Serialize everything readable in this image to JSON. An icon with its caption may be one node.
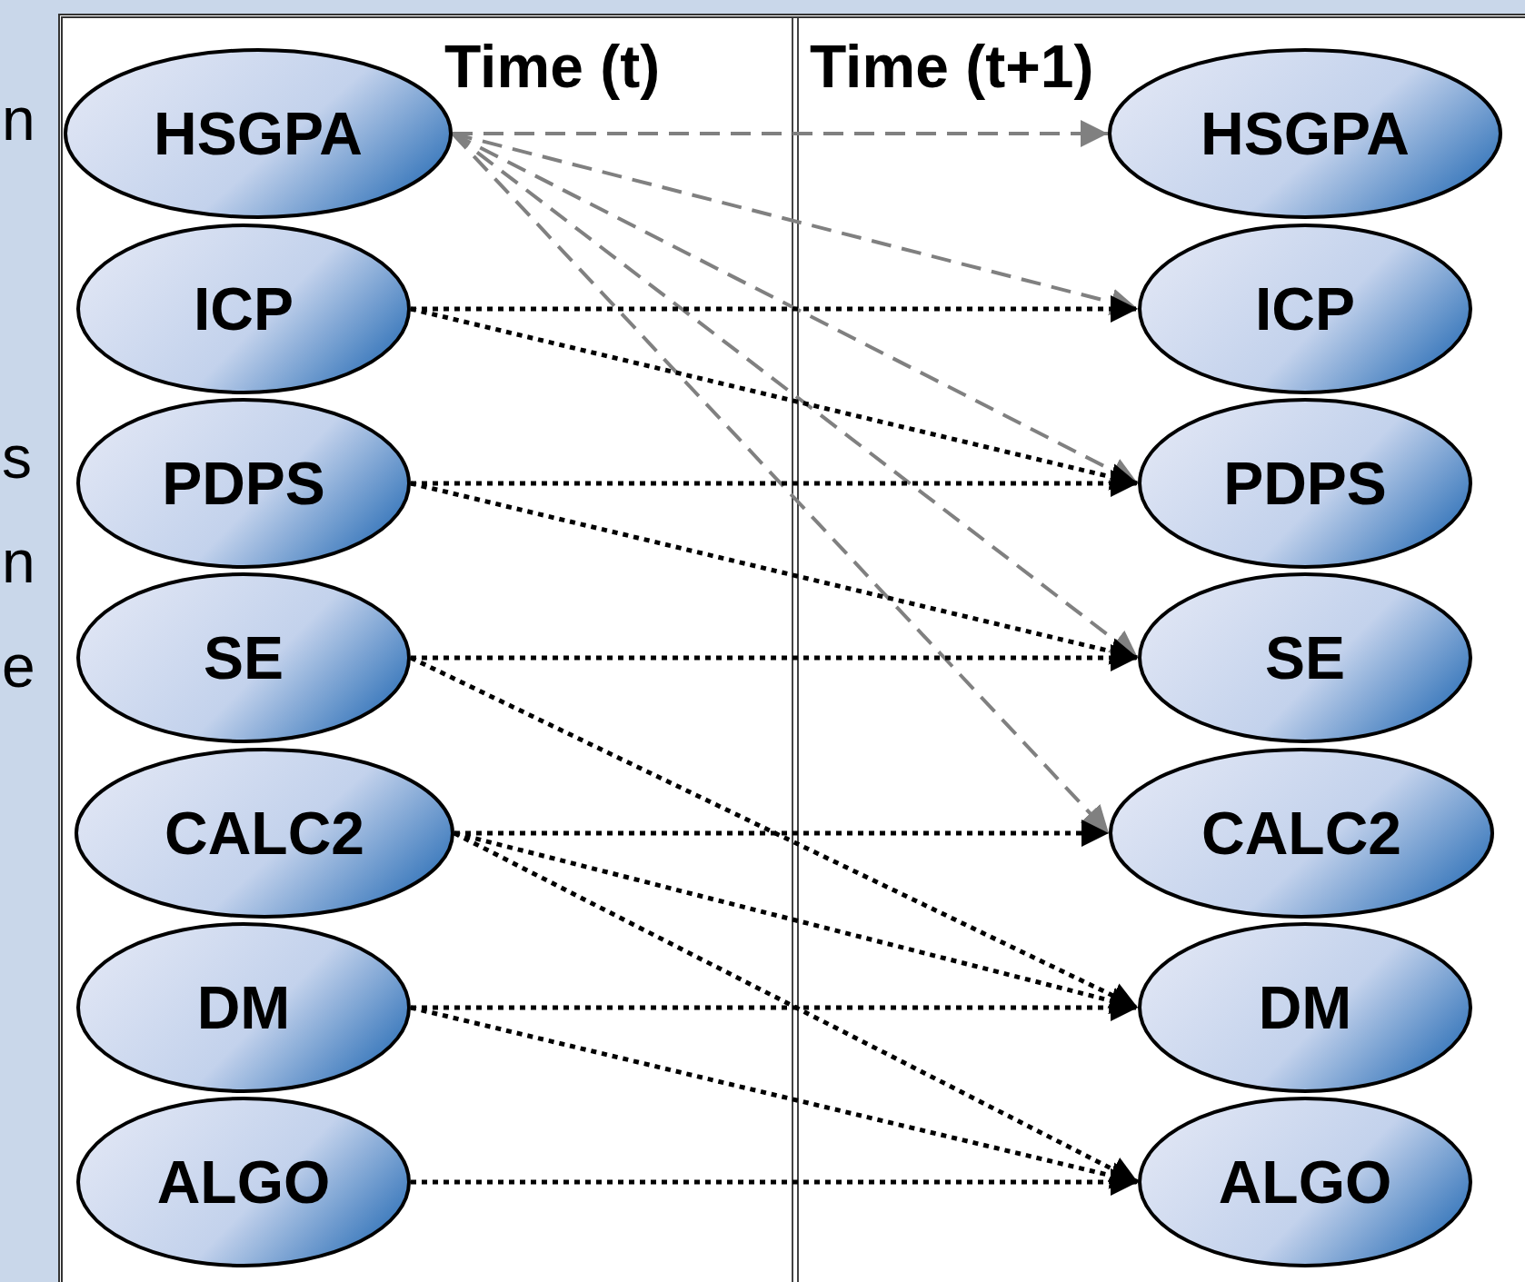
{
  "diagram": {
    "nodes": [
      {
        "text": [
          "HSGPA"
        ]
      },
      {
        "text": [
          "ICP"
        ]
      },
      {
        "text": [
          "PDPS"
        ]
      },
      {
        "text": [
          "SE"
        ]
      },
      {
        "text": [
          "CALC2"
        ]
      },
      {
        "text": [
          "DM"
        ]
      },
      {
        "text": [
          "ALGO"
        ]
      },
      {
        "text": [
          "HSGPA"
        ]
      },
      {
        "text": [
          "ICP"
        ]
      },
      {
        "text": [
          "PDPS"
        ]
      },
      {
        "text": [
          "SE"
        ]
      },
      {
        "text": [
          "CALC2"
        ]
      },
      {
        "text": [
          "DM"
        ]
      },
      {
        "text": [
          "ALGO"
        ]
      }
    ],
    "edges": [
      {
        "from": 0,
        "to": 7,
        "arrow": "to",
        "style": "dashed",
        "color": "#808080"
      },
      {
        "from": 0,
        "to": 8,
        "arrow": "to",
        "style": "dashed",
        "color": "#808080"
      },
      {
        "from": 0,
        "to": 9,
        "arrow": "to",
        "style": "dashed",
        "color": "#808080"
      },
      {
        "from": 0,
        "to": 10,
        "arrow": "to",
        "style": "dashed",
        "color": "#808080"
      },
      {
        "from": 0,
        "to": 11,
        "arrow": "to",
        "style": "dashed",
        "color": "#808080"
      },
      {
        "from": 1,
        "to": 8,
        "arrow": "to"
      },
      {
        "from": 1,
        "to": 9,
        "arrow": "to"
      },
      {
        "from": 2,
        "to": 9,
        "arrow": "to"
      },
      {
        "from": 2,
        "to": 10,
        "arrow": "to"
      },
      {
        "from": 3,
        "to": 10,
        "arrow": "to"
      },
      {
        "from": 3,
        "to": 12,
        "arrow": "to"
      },
      {
        "from": 4,
        "to": 11,
        "arrow": "to"
      },
      {
        "from": 4,
        "to": 12,
        "arrow": "to"
      },
      {
        "from": 4,
        "to": 13,
        "arrow": "to"
      },
      {
        "from": 5,
        "to": 12,
        "arrow": "to"
      },
      {
        "from": 5,
        "to": 13,
        "arrow": "to"
      },
      {
        "from": 6,
        "to": 13,
        "arrow": "to"
      }
    ],
    "labels": [
      "n",
      "s",
      "n",
      "e",
      "Time (t)",
      "Time (t+1)"
    ]
  }
}
